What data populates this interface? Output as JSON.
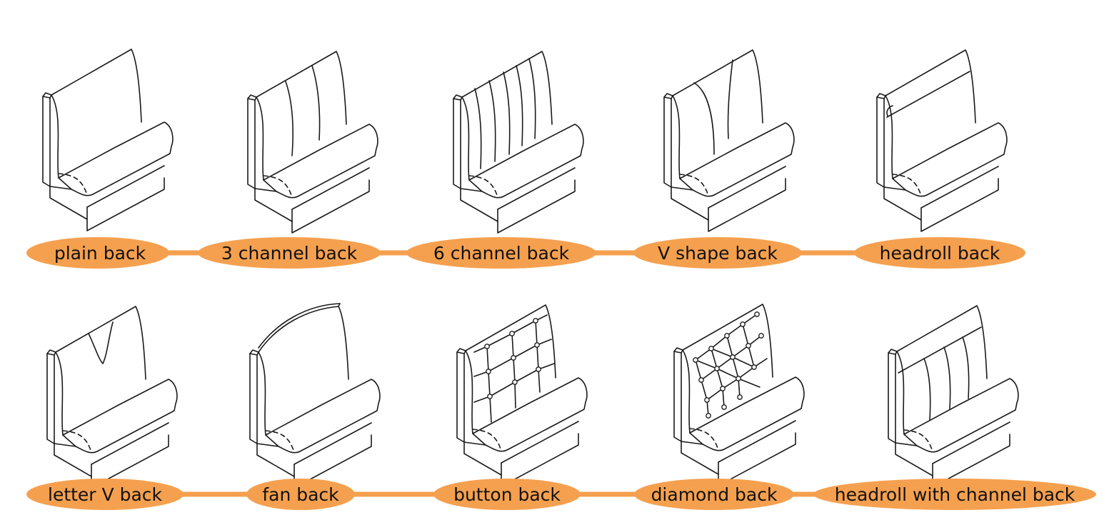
{
  "accent_color": "#f5a04f",
  "rows": [
    {
      "items": [
        {
          "label": "plain back",
          "style": "plain"
        },
        {
          "label": "3 channel back",
          "style": "channel3"
        },
        {
          "label": "6 channel back",
          "style": "channel6"
        },
        {
          "label": "V shape back",
          "style": "vshape"
        },
        {
          "label": "headroll back",
          "style": "headroll"
        }
      ]
    },
    {
      "items": [
        {
          "label": "letter V back",
          "style": "letterv"
        },
        {
          "label": "fan back",
          "style": "fan"
        },
        {
          "label": "button back",
          "style": "button"
        },
        {
          "label": "diamond back",
          "style": "diamond"
        },
        {
          "label": "headroll with channel back",
          "style": "headrollchannel"
        }
      ]
    }
  ]
}
